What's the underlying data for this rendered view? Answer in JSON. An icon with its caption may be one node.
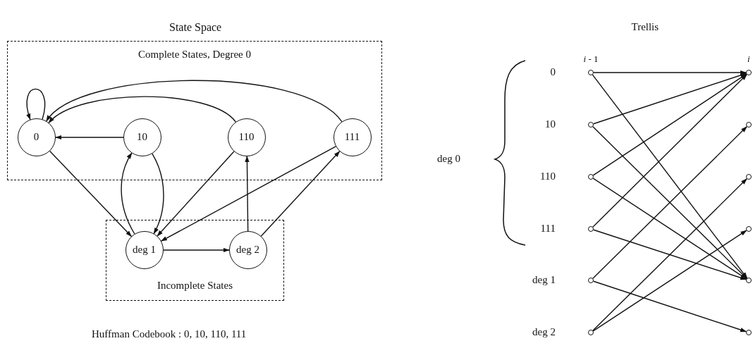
{
  "diagram": {
    "nodes": [
      {
        "text": [
          "Complete States, Degree 0"
        ]
      },
      {
        "text": [
          "0"
        ],
        "in": 0
      },
      {
        "text": [
          "10"
        ],
        "in": 0
      },
      {
        "text": [
          "110"
        ],
        "in": 0
      },
      {
        "text": [
          "111"
        ],
        "in": 0
      },
      {
        "text": [
          "Incomplete States"
        ]
      },
      {
        "text": [
          "deg 1"
        ],
        "in": 5
      },
      {
        "text": [
          "deg 2"
        ],
        "in": 5
      },
      {
        "text": [],
        "shape": "circle",
        "beside": [
          "0"
        ]
      },
      {
        "text": [],
        "shape": "circle",
        "beside": [
          "10"
        ]
      },
      {
        "text": [],
        "shape": "circle",
        "beside": [
          "110"
        ]
      },
      {
        "text": [],
        "shape": "circle",
        "beside": [
          "111"
        ]
      },
      {
        "text": [],
        "shape": "circle",
        "beside": [
          "deg 1"
        ]
      },
      {
        "text": [],
        "shape": "circle",
        "beside": [
          "deg 2"
        ]
      },
      {
        "text": [],
        "shape": "circle"
      },
      {
        "text": [],
        "shape": "circle"
      },
      {
        "text": [],
        "shape": "circle"
      },
      {
        "text": [],
        "shape": "circle"
      },
      {
        "text": [],
        "shape": "circle"
      },
      {
        "text": [],
        "shape": "circle"
      }
    ],
    "edges": [
      {
        "from": 1,
        "to": 1,
        "arrow": "to"
      },
      {
        "from": 2,
        "to": 1,
        "arrow": "to"
      },
      {
        "from": 3,
        "to": 1,
        "arrow": "to"
      },
      {
        "from": 4,
        "to": 1,
        "arrow": "to"
      },
      {
        "from": 1,
        "to": 6,
        "arrow": "to"
      },
      {
        "from": 2,
        "to": 6,
        "arrow": "to"
      },
      {
        "from": 6,
        "to": 2,
        "arrow": "to"
      },
      {
        "from": 3,
        "to": 6,
        "arrow": "to"
      },
      {
        "from": 4,
        "to": 6,
        "arrow": "to"
      },
      {
        "from": 6,
        "to": 7,
        "arrow": "to"
      },
      {
        "from": 7,
        "to": 3,
        "arrow": "to"
      },
      {
        "from": 7,
        "to": 4,
        "arrow": "to"
      },
      {
        "from": 8,
        "to": 14,
        "arrow": "to"
      },
      {
        "from": 8,
        "to": 18,
        "arrow": "to"
      },
      {
        "from": 9,
        "to": 14,
        "arrow": "to"
      },
      {
        "from": 9,
        "to": 18,
        "arrow": "to"
      },
      {
        "from": 10,
        "to": 14,
        "arrow": "to"
      },
      {
        "from": 10,
        "to": 18,
        "arrow": "to"
      },
      {
        "from": 11,
        "to": 14,
        "arrow": "to"
      },
      {
        "from": 11,
        "to": 18,
        "arrow": "to"
      },
      {
        "from": 12,
        "to": 15,
        "arrow": "to"
      },
      {
        "from": 12,
        "to": 19,
        "arrow": "to"
      },
      {
        "from": 13,
        "to": 16,
        "arrow": "to"
      },
      {
        "from": 13,
        "to": 17,
        "arrow": "to"
      }
    ],
    "labels": [
      "State Space",
      "Trellis",
      "*i* - 1",
      "i",
      "deg 0",
      "Huffman Codebook : 0, 10, 110, 111"
    ]
  }
}
